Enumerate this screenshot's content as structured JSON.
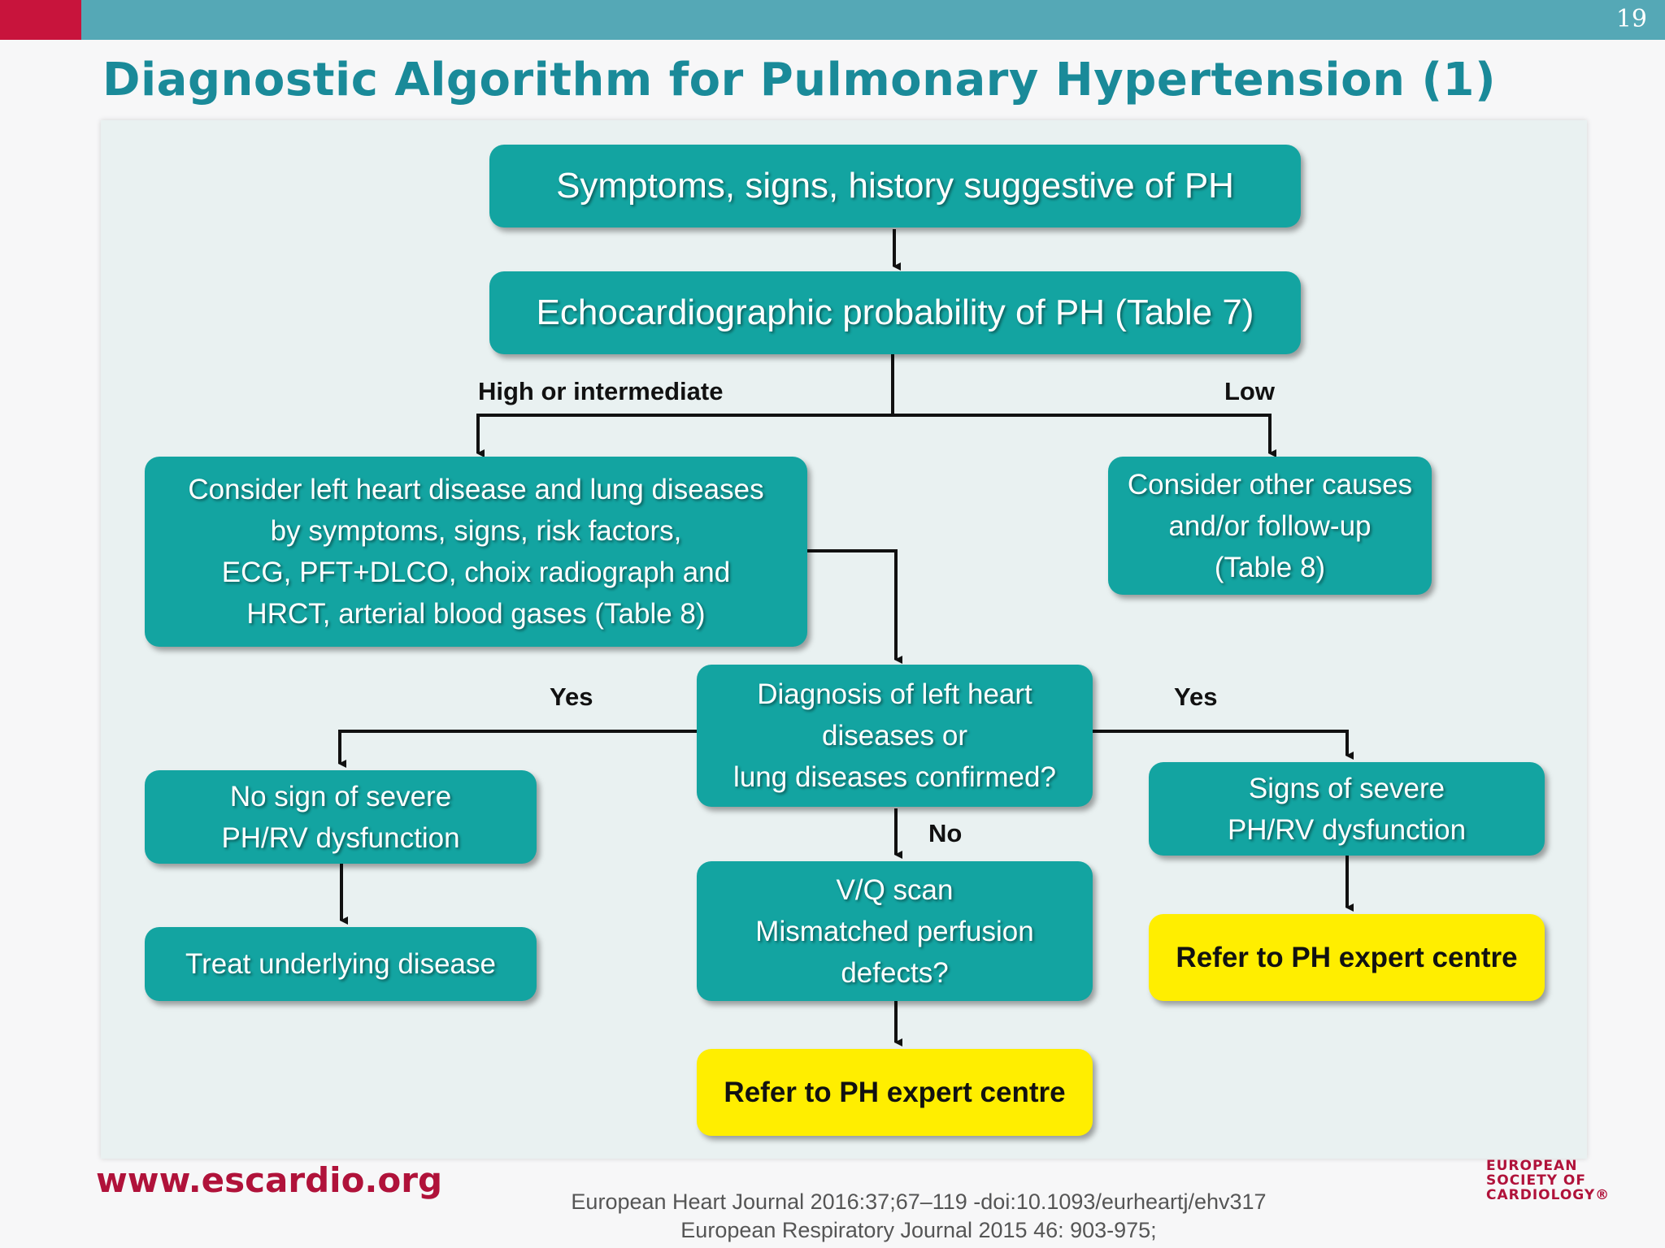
{
  "slide_number": "19",
  "title": "Diagnostic Algorithm for Pulmonary Hypertension (1)",
  "nodes": {
    "symptoms": "Symptoms, signs, history suggestive of PH",
    "echo": "Echocardiographic  probability of PH (Table 7)",
    "consider_left": [
      "Consider left heart disease and lung diseases",
      "by symptoms, signs, risk factors,",
      "ECG, PFT+DLCO, choix radiograph and",
      "HRCT, arterial blood gases (Table 8)"
    ],
    "consider_other": [
      "Consider other causes",
      "and/or follow-up",
      "(Table 8)"
    ],
    "diagnosis": [
      "Diagnosis of left heart",
      "diseases or",
      "lung diseases confirmed?"
    ],
    "no_sign": [
      "No sign of severe",
      "PH/RV dysfunction"
    ],
    "signs": [
      "Signs of severe",
      "PH/RV dysfunction"
    ],
    "treat": "Treat underlying disease",
    "vq": [
      "V/Q scan",
      "Mismatched perfusion",
      "defects?"
    ],
    "refer_center": "Refer to PH expert centre",
    "refer_right": "Refer to PH expert centre"
  },
  "edge_labels": {
    "high": "High or intermediate",
    "low": "Low",
    "yes_left": "Yes",
    "yes_right": "Yes",
    "no": "No"
  },
  "footer": {
    "url": "www.escardio.org",
    "ref1": "European Heart Journal 2016:37;67–119 -doi:10.1093/eurheartj/ehv317",
    "ref2": "European Respiratory Journal 2015 46: 903-975;",
    "logo_lines": [
      "EUROPEAN",
      "SOCIETY OF",
      "CARDIOLOGY®"
    ]
  },
  "colors": {
    "teal_box": "#13a4a1",
    "yellow_box": "#ffee00",
    "title": "#1a8a99",
    "topbar": "#55a8b6",
    "accent_red": "#c8143c"
  }
}
